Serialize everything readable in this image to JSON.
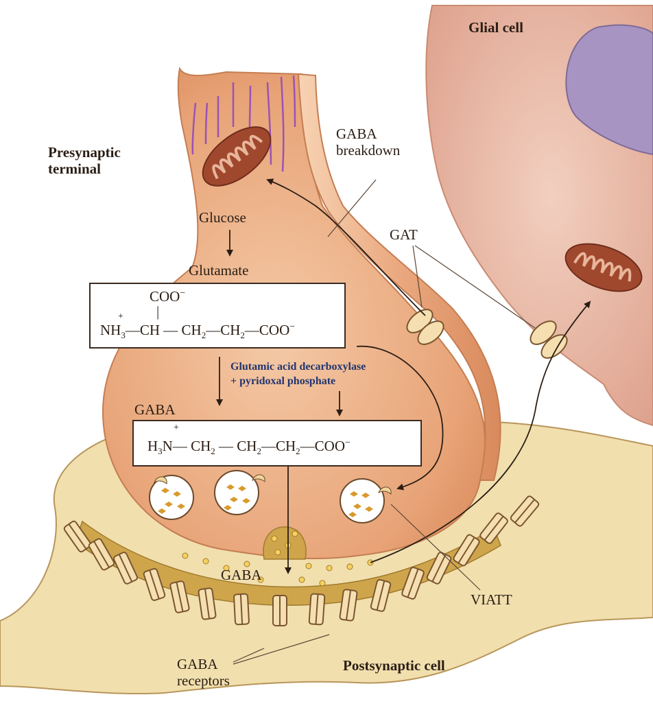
{
  "labels": {
    "glial_cell": "Glial cell",
    "presynaptic_terminal": "Presynaptic\nterminal",
    "gaba_breakdown": "GABA\nbreakdown",
    "glucose": "Glucose",
    "glutamate": "Glutamate",
    "gat": "GAT",
    "enzyme_line1": "Glutamic acid decarboxylase",
    "enzyme_line2": "+ pyridoxal phosphate",
    "gaba_upper": "GABA",
    "gaba_cleft": "GABA",
    "viatt": "VIATT",
    "gaba_receptors": "GABA\nreceptors",
    "postsynaptic_cell": "Postsynaptic cell"
  },
  "glutamate_formula": {
    "top_group": "COO",
    "top_charge": "−",
    "amine": "NH",
    "amine_sub": "3",
    "amine_charge": "+",
    "backbone": "—CH — CH",
    "ch2_sub": "2",
    "mid": "—CH",
    "mid_sub": "2",
    "tail": "—COO",
    "tail_charge": "−",
    "bond": "|"
  },
  "gaba_formula": {
    "amine": "H",
    "amine_sub": "3",
    "amine_n": "N",
    "amine_charge": "+",
    "chain1": "— CH",
    "sub1": "2",
    "chain2": "— CH",
    "sub2": "2",
    "chain3": "—CH",
    "sub3": "2",
    "tail": "—COO",
    "tail_charge": "−"
  },
  "colors": {
    "presynaptic_fill": "#e9a57a",
    "glial_fill": "#e9b7a3",
    "nucleus": "#a894c2",
    "postsynaptic_fill": "#eedcaa",
    "cleft_fill": "#cfa54c",
    "mitochondria": "#a0482e",
    "enzyme_text": "#23356e"
  }
}
